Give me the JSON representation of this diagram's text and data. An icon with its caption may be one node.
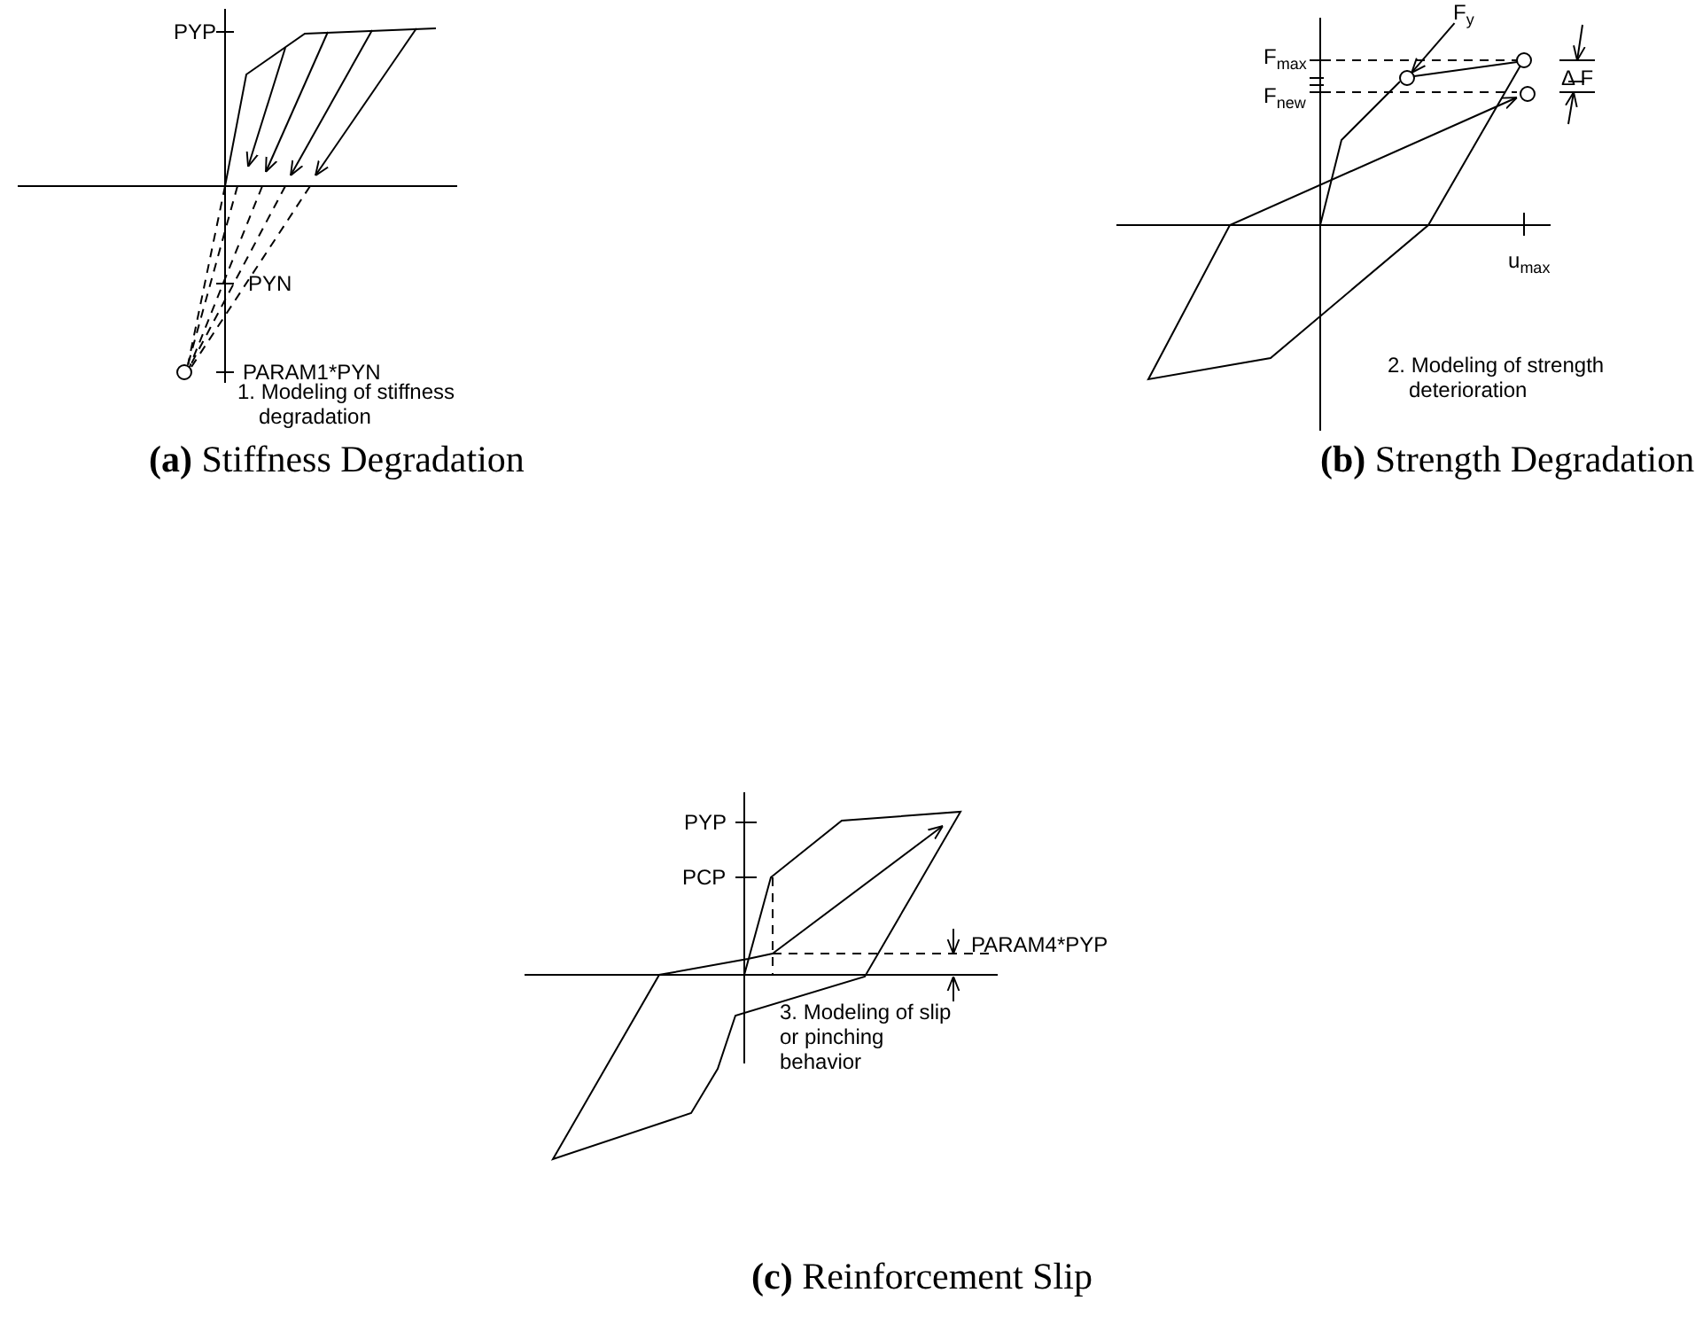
{
  "diagram": {
    "nodes": [
      {
        "text": [
          "F$_{y}$"
        ]
      },
      {
        "text": [],
        "shape": "circle"
      }
    ],
    "edges": [
      {
        "from": 0,
        "to": 1,
        "arrow": "to"
      }
    ],
    "labels": [
      "PYP",
      "PYN",
      "PARAM1*PYN",
      "1. Modeling of stiffness degradation",
      "**(a)** Stiffness Degradation",
      "F$_{max}$",
      "F$_{new}$",
      "Δ F",
      "u$_{max}$",
      "2. Modeling of strength deterioration",
      "**(b)** Strength Degradation",
      "PYP",
      "PCP",
      "PARAM4*PYP",
      "3. Modeling of slip or pinching behavior",
      "**(c)** Reinforcement Slip"
    ]
  }
}
